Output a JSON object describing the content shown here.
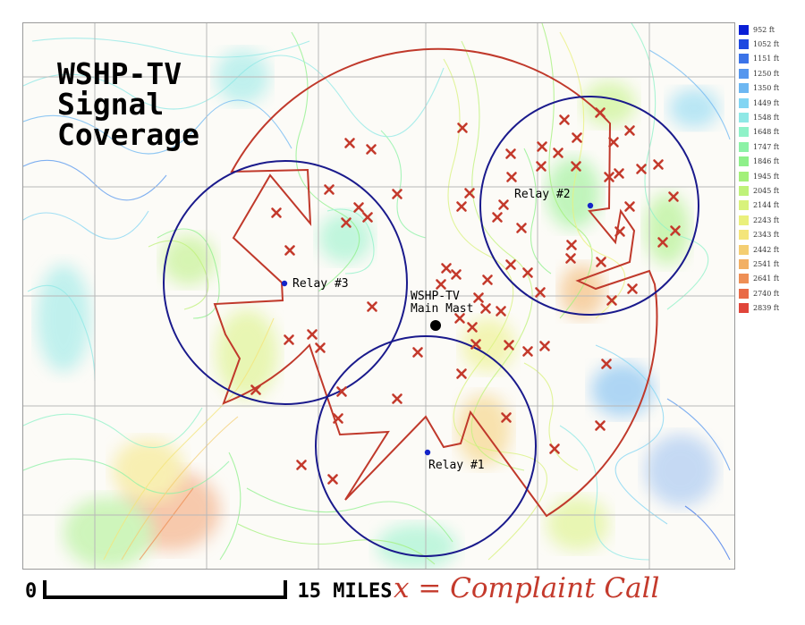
{
  "map": {
    "title_lines": [
      "WSHP-TV",
      "Signal",
      "Coverage"
    ],
    "labels": {
      "main_mast": [
        "WSHP-TV",
        "Main Mast"
      ],
      "relay_1": "Relay #1",
      "relay_2": "Relay #2",
      "relay_3": "Relay #3"
    },
    "colors": {
      "coverage_outline": "#c0392b",
      "relay_circle": "#1a1a8c",
      "complaint_marker": "#c43a2c",
      "grid": "#b8b8b8"
    },
    "marker_icon": "x-mark-icon",
    "mast_icon": "filled-circle-icon",
    "relay_icon": "blue-dot-icon"
  },
  "legend": {
    "unit": "ft",
    "entries": [
      {
        "value": "952 ft",
        "color": "#0a1fd6"
      },
      {
        "value": "1052 ft",
        "color": "#1f49e0"
      },
      {
        "value": "1151 ft",
        "color": "#3b73e8"
      },
      {
        "value": "1250 ft",
        "color": "#5596ee"
      },
      {
        "value": "1350 ft",
        "color": "#6db7f2"
      },
      {
        "value": "1449 ft",
        "color": "#82d5f3"
      },
      {
        "value": "1548 ft",
        "color": "#8fe8e6"
      },
      {
        "value": "1648 ft",
        "color": "#8ff2c8"
      },
      {
        "value": "1747 ft",
        "color": "#8cf2a6"
      },
      {
        "value": "1846 ft",
        "color": "#8ef08a"
      },
      {
        "value": "1945 ft",
        "color": "#a3f07a"
      },
      {
        "value": "2045 ft",
        "color": "#bff27a"
      },
      {
        "value": "2144 ft",
        "color": "#d8f27c"
      },
      {
        "value": "2243 ft",
        "color": "#eaf07c"
      },
      {
        "value": "2343 ft",
        "color": "#f4e57a"
      },
      {
        "value": "2442 ft",
        "color": "#f4ce72"
      },
      {
        "value": "2541 ft",
        "color": "#f2b064"
      },
      {
        "value": "2641 ft",
        "color": "#ee8f55"
      },
      {
        "value": "2740 ft",
        "color": "#e96b47"
      },
      {
        "value": "2839 ft",
        "color": "#e0453a"
      }
    ]
  },
  "scale": {
    "start_label": "0",
    "end_label": "15 MILES"
  },
  "complaint_legend": {
    "text": "x = Complaint Call"
  }
}
